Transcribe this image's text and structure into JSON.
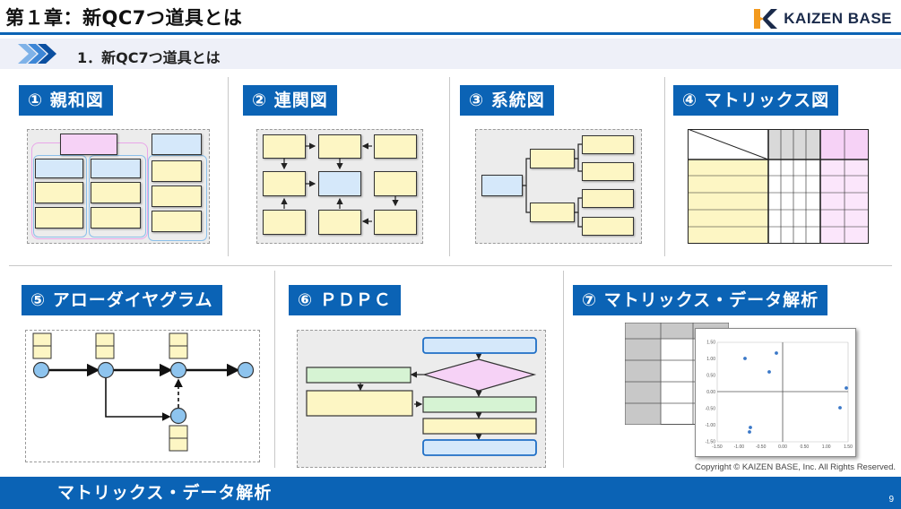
{
  "header": {
    "chapter_title": "第１章：新QC7つ道具とは",
    "logo_text": "KAIZEN BASE"
  },
  "section": {
    "title": "1．新QC7つ道具とは"
  },
  "tools": [
    {
      "label": "① 親和図"
    },
    {
      "label": "② 連関図"
    },
    {
      "label": "③ 系統図"
    },
    {
      "label": "④ マトリックス図"
    },
    {
      "label": "⑤ アローダイヤグラム"
    },
    {
      "label": "⑥ ＰＤＰＣ"
    },
    {
      "label": "⑦ マトリックス・データ解析"
    }
  ],
  "scatter_plot": {
    "y_ticks": [
      "1.50",
      "1.00",
      "0.50",
      "0.00",
      "-0.50",
      "-1.00",
      "-1.50"
    ],
    "x_ticks": [
      "-1.50",
      "-1.00",
      "-0.50",
      "0.00",
      "0.50",
      "1.00",
      "1.50"
    ]
  },
  "copyright": "Copyright ©  KAIZEN BASE, Inc.  All Rights Reserved.",
  "footer": {
    "title": "マトリックス・データ解析",
    "page_number": "9"
  },
  "colors": {
    "accent": "#0b63b5",
    "yellow_box": "#fdf6c4",
    "blue_box": "#d5e8fa",
    "green_box": "#d6f3d3",
    "pink_box": "#f6d2f6"
  }
}
